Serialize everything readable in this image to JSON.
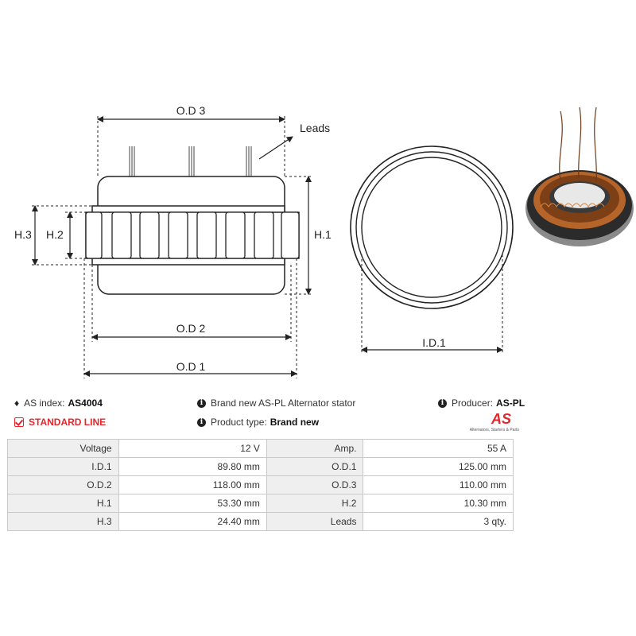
{
  "drawing": {
    "labels": {
      "od3": "O.D 3",
      "od2": "O.D 2",
      "od1": "O.D 1",
      "id1": "I.D.1",
      "h1": "H.1",
      "h2": "H.2",
      "h3": "H.3",
      "leads": "Leads"
    }
  },
  "info": {
    "as_index_label": "AS index:",
    "as_index_value": "AS4004",
    "standard_line": "STANDARD LINE",
    "description": "Brand new AS-PL Alternator stator",
    "product_type_label": "Product type:",
    "product_type_value": "Brand new",
    "producer_label": "Producer:",
    "producer_value": "AS-PL"
  },
  "logo": {
    "main": "AS",
    "sub": "Alternators, Starters & Parts"
  },
  "specs": [
    {
      "l1": "Voltage",
      "v1": "12 V",
      "l2": "Amp.",
      "v2": "55 A"
    },
    {
      "l1": "I.D.1",
      "v1": "89.80 mm",
      "l2": "O.D.1",
      "v2": "125.00 mm"
    },
    {
      "l1": "O.D.2",
      "v1": "118.00 mm",
      "l2": "O.D.3",
      "v2": "110.00 mm"
    },
    {
      "l1": "H.1",
      "v1": "53.30 mm",
      "l2": "H.2",
      "v2": "10.30 mm"
    },
    {
      "l1": "H.3",
      "v1": "24.40 mm",
      "l2": "Leads",
      "v2": "3 qty."
    }
  ],
  "colors": {
    "accent": "#e3262b",
    "copper": "#b5652a"
  }
}
